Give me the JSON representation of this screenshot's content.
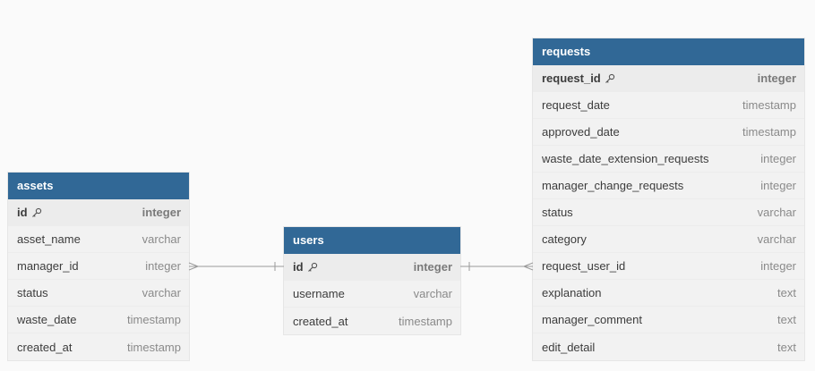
{
  "tables": {
    "assets": {
      "name": "assets",
      "columns": [
        {
          "name": "id",
          "type": "integer",
          "pk": true
        },
        {
          "name": "asset_name",
          "type": "varchar"
        },
        {
          "name": "manager_id",
          "type": "integer"
        },
        {
          "name": "status",
          "type": "varchar"
        },
        {
          "name": "waste_date",
          "type": "timestamp"
        },
        {
          "name": "created_at",
          "type": "timestamp"
        }
      ]
    },
    "users": {
      "name": "users",
      "columns": [
        {
          "name": "id",
          "type": "integer",
          "pk": true
        },
        {
          "name": "username",
          "type": "varchar"
        },
        {
          "name": "created_at",
          "type": "timestamp"
        }
      ]
    },
    "requests": {
      "name": "requests",
      "columns": [
        {
          "name": "request_id",
          "type": "integer",
          "pk": true
        },
        {
          "name": "request_date",
          "type": "timestamp"
        },
        {
          "name": "approved_date",
          "type": "timestamp"
        },
        {
          "name": "waste_date_extension_requests",
          "type": "integer"
        },
        {
          "name": "manager_change_requests",
          "type": "integer"
        },
        {
          "name": "status",
          "type": "varchar"
        },
        {
          "name": "category",
          "type": "varchar"
        },
        {
          "name": "request_user_id",
          "type": "integer"
        },
        {
          "name": "explanation",
          "type": "text"
        },
        {
          "name": "manager_comment",
          "type": "text"
        },
        {
          "name": "edit_detail",
          "type": "text"
        }
      ]
    }
  },
  "colors": {
    "header": "#316896",
    "relation_line": "#9a9a9a"
  },
  "relations": [
    {
      "from": "assets.manager_id",
      "to": "users.id",
      "from_end": "many",
      "to_end": "one"
    },
    {
      "from": "requests.request_user_id",
      "to": "users.id",
      "from_end": "many",
      "to_end": "one"
    }
  ]
}
